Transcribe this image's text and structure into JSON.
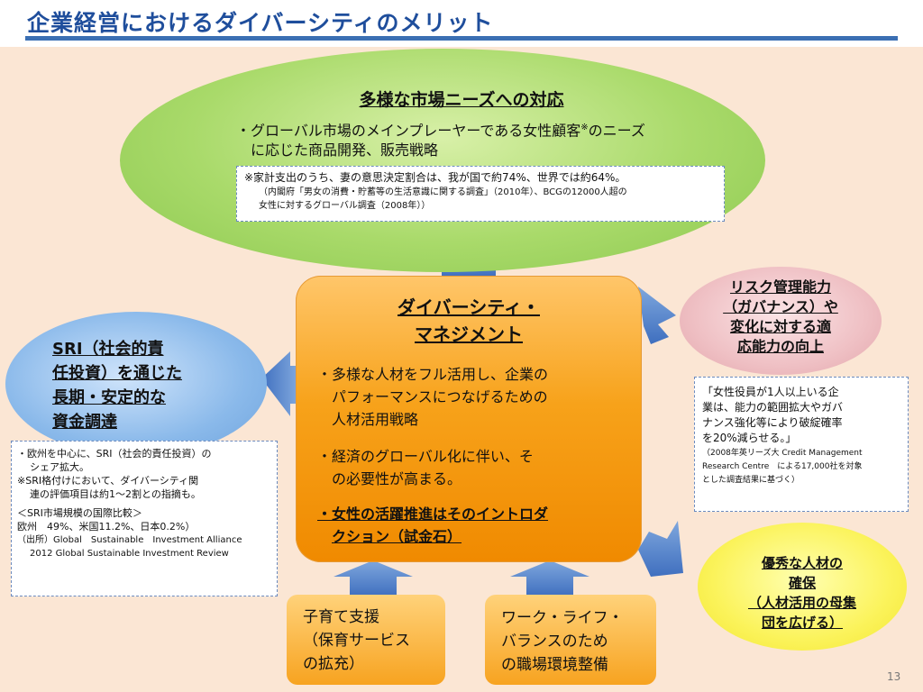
{
  "title": "企業経営におけるダイバーシティのメリット",
  "top": {
    "heading": "多様な市場ニーズへの対応",
    "body_line1": "・グローバル市場のメインプレーヤーである女性顧客",
    "body_sup": "※",
    "body_line1_tail": "のニーズ",
    "body_line2": "に応じた商品開発、販売戦略",
    "note_line1": "※家計支出のうち、妻の意思決定割合は、我が国で約74%、世界では約64%。",
    "note_line2": "（内閣府「男女の消費・貯蓄等の生活意識に関する調査」（2010年）、BCGの12000人超の",
    "note_line3": "女性に対するグローバル調査（2008年））"
  },
  "left": {
    "heading_lines": [
      "SRI（社会的責",
      "任投資）を通じた",
      "長期・安定的な",
      "資金調達"
    ],
    "note": {
      "l1": "・欧州を中心に、SRI（社会的責任投資）の",
      "l2": "シェア拡大。",
      "l3": "※SRI格付けにおいて、ダイバーシティ関",
      "l4": "連の評価項目は約1～2割との指摘も。",
      "l5": "＜SRI市場規模の国際比較＞",
      "l6": "欧州　49%、米国11.2%、日本0.2%）",
      "l7": "（出所）Global　Sustainable　Investment Alliance",
      "l8": "2012 Global Sustainable Investment Review"
    }
  },
  "right_top": {
    "heading_lines": [
      "リスク管理能力",
      "（ガバナンス）や",
      "変化に対する適",
      "応能力の向上"
    ],
    "note": {
      "l1": "「女性役員が1人以上いる企",
      "l2": "業は、能力の範囲拡大やガバ",
      "l3": "ナンス強化等により破綻確率",
      "l4": "を20%減らせる。」",
      "l5": "（2008年英リーズ大 Credit Management",
      "l6": "Research Centre　による17,000社を対象",
      "l7": "とした調査結果に基づく）"
    }
  },
  "right_bottom": {
    "heading_lines": [
      "優秀な人材の",
      "確保",
      "（人材活用の母集",
      "団を広げる）"
    ]
  },
  "center": {
    "heading_lines": [
      "ダイバーシティ・",
      "マネジメント"
    ],
    "p1": [
      "・多様な人材をフル活用し、企業の",
      "パフォーマンスにつなげるための",
      "人材活用戦略"
    ],
    "p2": [
      "・経済のグローバル化に伴い、そ",
      "の必要性が高まる。"
    ],
    "p3": [
      "・女性の活躍推進はそのイントロダ",
      "クション（試金石）"
    ]
  },
  "bottom_left": {
    "lines": [
      "子育て支援",
      "（保育サービス",
      "の拡充）"
    ]
  },
  "bottom_right": {
    "lines": [
      "ワーク・ライフ・",
      "バランスのため",
      "の職場環境整備"
    ]
  },
  "page_number": "13",
  "colors": {
    "title": "#1f4e9c",
    "background": "#fbe6d4",
    "arrow": "#4f7fc7",
    "green": "#a9da6a",
    "orange": "#f7a21a",
    "blue_ellipse": "#8ab9ea",
    "pink_ellipse": "#efc0c4",
    "yellow_ellipse": "#fbf35b"
  }
}
